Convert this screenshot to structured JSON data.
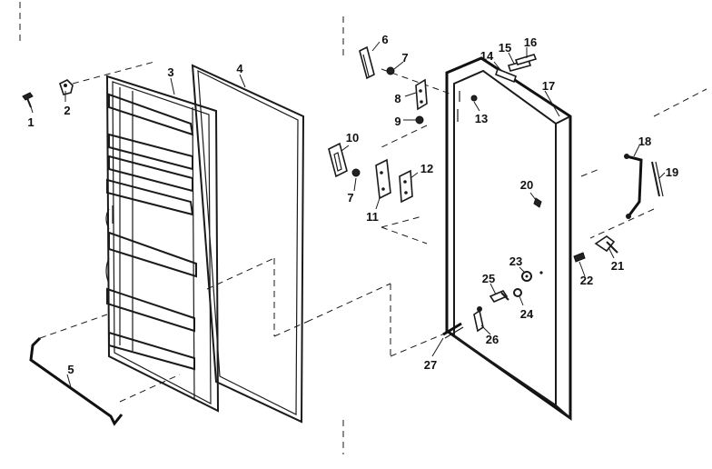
{
  "parts": [
    {
      "id": "p1",
      "label": "1"
    },
    {
      "id": "p2",
      "label": "2"
    },
    {
      "id": "p3",
      "label": "3"
    },
    {
      "id": "p4",
      "label": "4"
    },
    {
      "id": "p5",
      "label": "5"
    },
    {
      "id": "p6",
      "label": "6"
    },
    {
      "id": "p7a",
      "label": "7"
    },
    {
      "id": "p8",
      "label": "8"
    },
    {
      "id": "p9",
      "label": "9"
    },
    {
      "id": "p10",
      "label": "10"
    },
    {
      "id": "p7b",
      "label": "7"
    },
    {
      "id": "p11",
      "label": "11"
    },
    {
      "id": "p12",
      "label": "12"
    },
    {
      "id": "p13",
      "label": "13"
    },
    {
      "id": "p14",
      "label": "14"
    },
    {
      "id": "p15",
      "label": "15"
    },
    {
      "id": "p16",
      "label": "16"
    },
    {
      "id": "p17",
      "label": "17"
    },
    {
      "id": "p18",
      "label": "18"
    },
    {
      "id": "p19",
      "label": "19"
    },
    {
      "id": "p20",
      "label": "20"
    },
    {
      "id": "p21",
      "label": "21"
    },
    {
      "id": "p22",
      "label": "22"
    },
    {
      "id": "p23",
      "label": "23"
    },
    {
      "id": "p24",
      "label": "24"
    },
    {
      "id": "p25",
      "label": "25"
    },
    {
      "id": "p26",
      "label": "26"
    },
    {
      "id": "p27",
      "label": "27"
    }
  ]
}
